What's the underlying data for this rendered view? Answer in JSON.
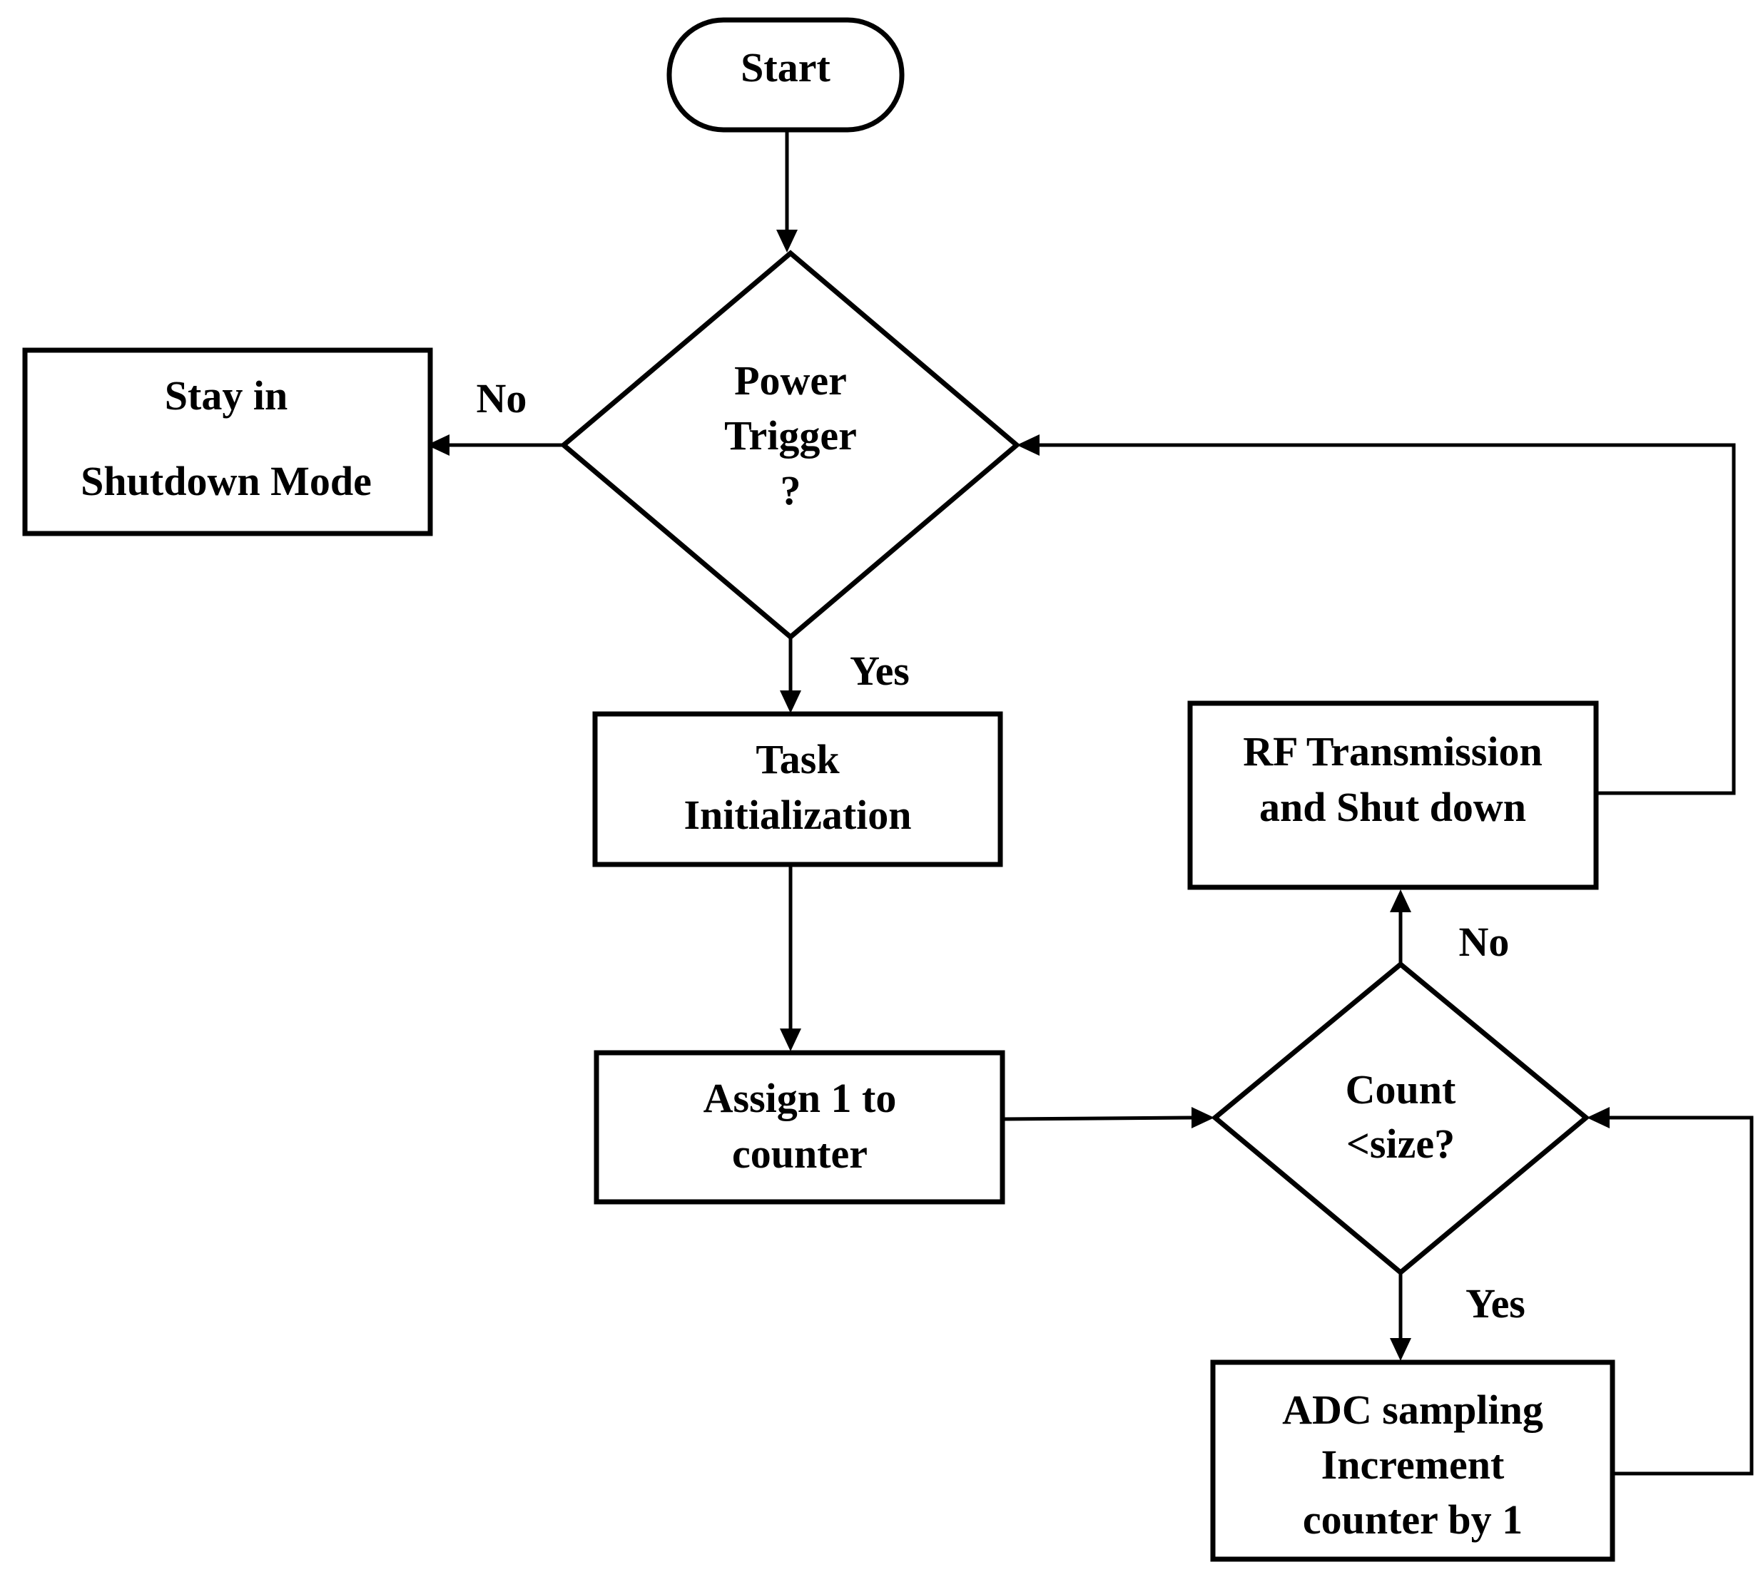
{
  "nodes": {
    "start": {
      "line1": "Start"
    },
    "power_trigger": {
      "line1": "Power",
      "line2": "Trigger",
      "line3": "?"
    },
    "shutdown": {
      "line1": "Stay in",
      "line2": "Shutdown Mode"
    },
    "task_init": {
      "line1": "Task",
      "line2": "Initialization"
    },
    "assign": {
      "line1": "Assign 1 to",
      "line2": "counter"
    },
    "count_check": {
      "line1": "Count",
      "line2": "<size?"
    },
    "rf": {
      "line1": "RF Transmission",
      "line2": "and Shut down"
    },
    "adc": {
      "line1": "ADC sampling",
      "line2": "Increment",
      "line3": "counter by 1"
    }
  },
  "labels": {
    "power_no": "No",
    "power_yes": "Yes",
    "count_no": "No",
    "count_yes": "Yes"
  },
  "colors": {
    "stroke": "#000000",
    "fill": "#ffffff",
    "text": "#000000"
  }
}
